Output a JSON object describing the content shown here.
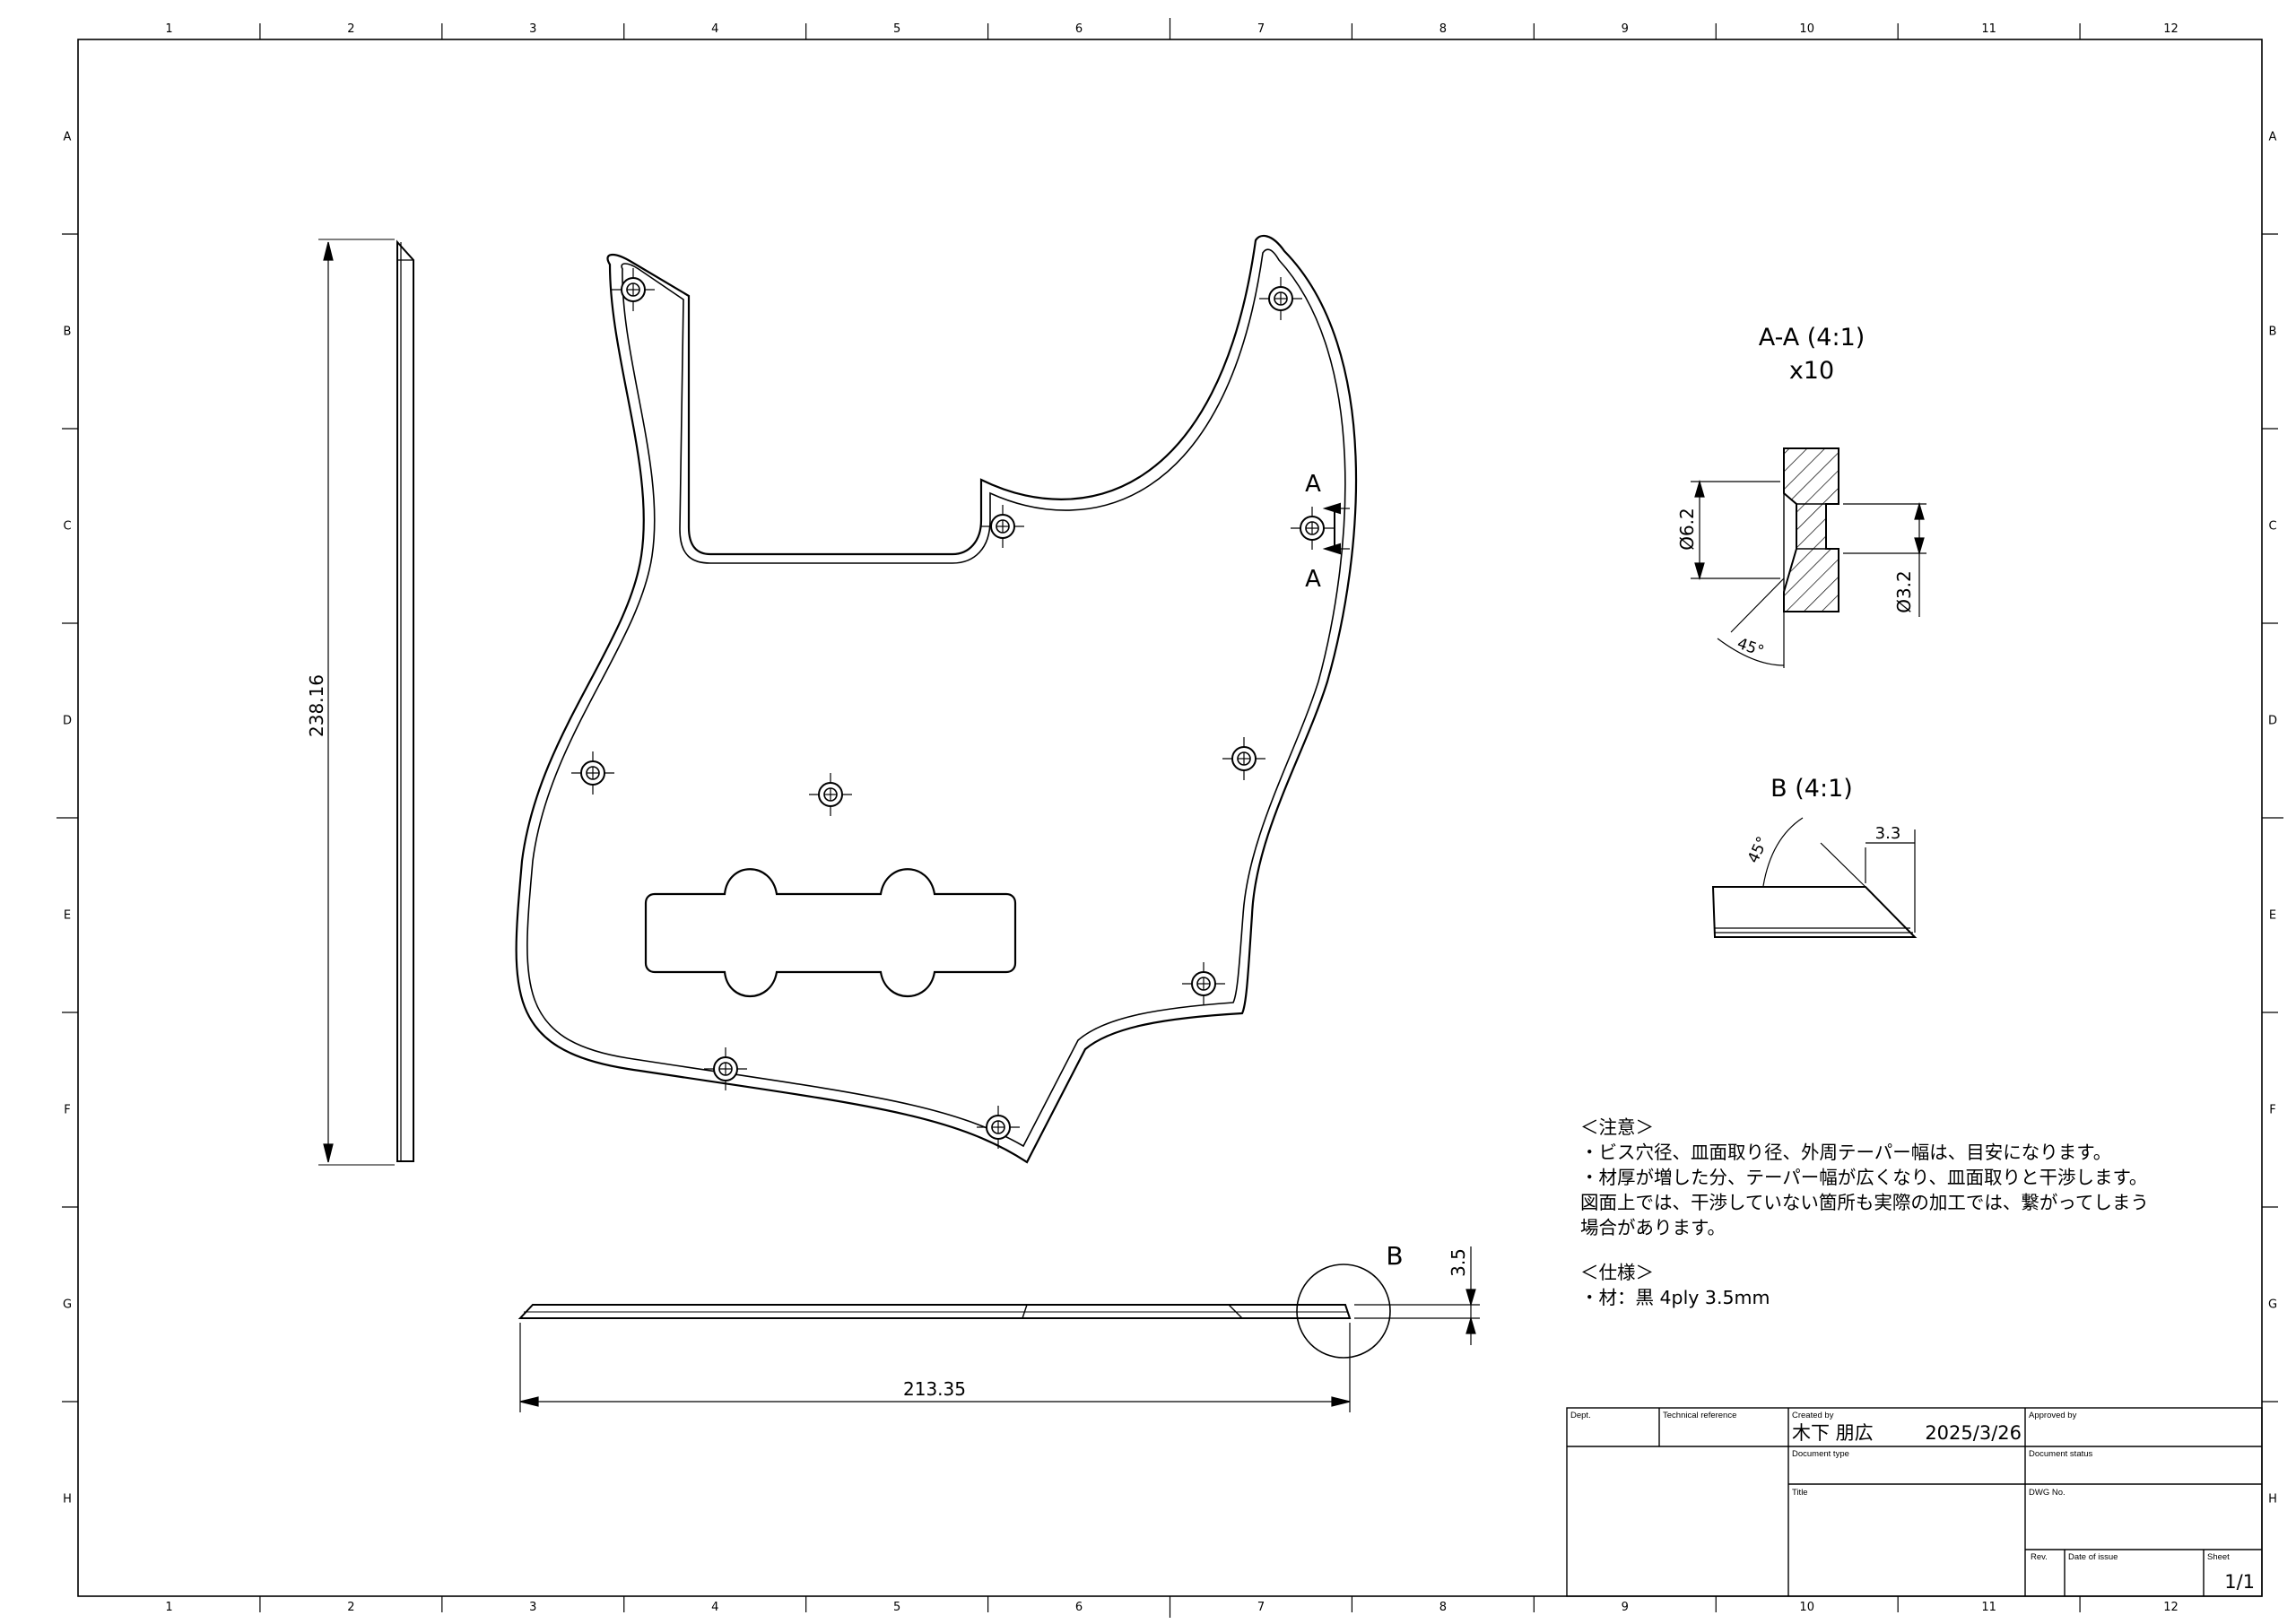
{
  "sheet": {
    "columns": [
      "1",
      "2",
      "3",
      "4",
      "5",
      "6",
      "7",
      "8",
      "9",
      "10",
      "11",
      "12"
    ],
    "rows": [
      "A",
      "B",
      "C",
      "D",
      "E",
      "F",
      "G",
      "H"
    ]
  },
  "dimensions": {
    "height_front": "238.16",
    "width_edge": "213.35",
    "thickness": "3.5",
    "section_a_mark": "A",
    "detail_b_mark": "B"
  },
  "section_aa": {
    "title": "A-A (4:1)",
    "count": "x10",
    "dia_outer": "Ø6.2",
    "dia_inner": "Ø3.2",
    "angle": "45°"
  },
  "detail_b": {
    "title": "B (4:1)",
    "angle": "45°",
    "taper_width": "3.3"
  },
  "notes": {
    "caution_heading": "＜注意＞",
    "caution_lines": [
      "・ビス穴径、皿面取り径、外周テーパー幅は、目安になります。",
      "・材厚が増した分、テーパー幅が広くなり、皿面取りと干渉します。",
      "図面上では、干渉していない箇所も実際の加工では、繋がってしまう",
      "場合があります。"
    ],
    "spec_heading": "＜仕様＞",
    "spec_lines": [
      "・材：黒 4ply 3.5mm"
    ]
  },
  "title_block": {
    "dept_label": "Dept.",
    "tech_ref_label": "Technical reference",
    "created_by_label": "Created by",
    "created_by": "木下 朋広",
    "created_date": "2025/3/26",
    "approved_by_label": "Approved by",
    "doc_type_label": "Document type",
    "doc_status_label": "Document status",
    "title_label": "Title",
    "dwg_no_label": "DWG No.",
    "rev_label": "Rev.",
    "date_issue_label": "Date of issue",
    "sheet_label": "Sheet",
    "sheet_value": "1/1"
  }
}
